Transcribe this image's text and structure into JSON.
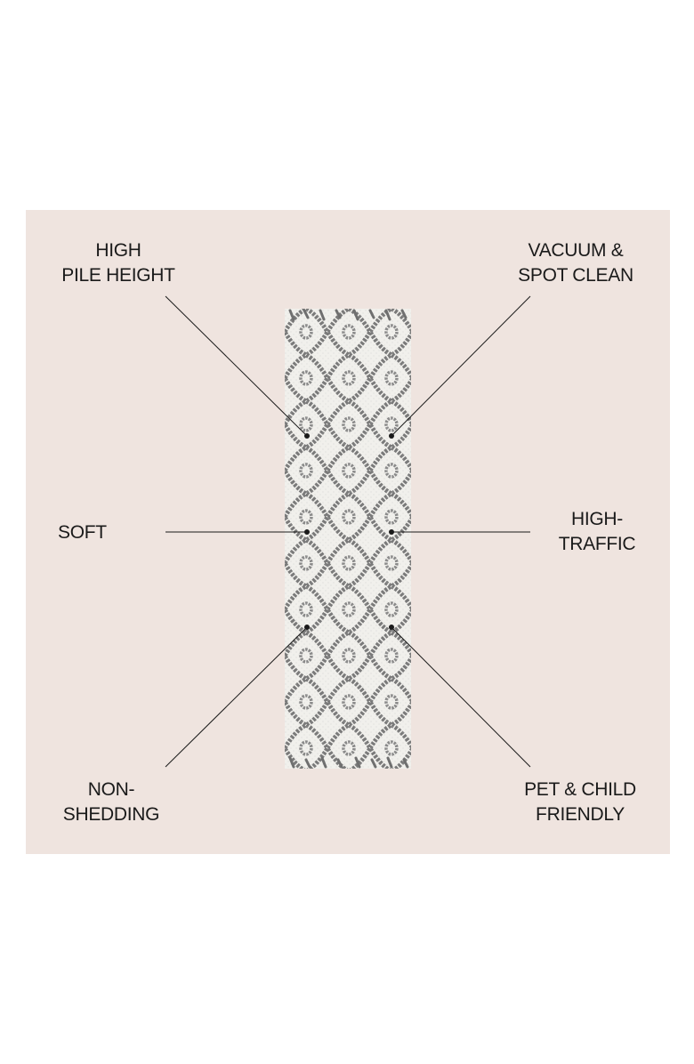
{
  "features": {
    "top_left": {
      "line1": "HIGH",
      "line2": "PILE HEIGHT"
    },
    "top_right": {
      "line1": "VACUUM &",
      "line2": "SPOT CLEAN"
    },
    "mid_left": {
      "line1": "SOFT"
    },
    "mid_right": {
      "line1": "HIGH-",
      "line2": "TRAFFIC"
    },
    "bottom_left": {
      "line1": "NON-",
      "line2": "SHEDDING"
    },
    "bottom_right": {
      "line1": "PET & CHILD",
      "line2": "FRIENDLY"
    }
  },
  "colors": {
    "panel": "#efe4df",
    "rug_base": "#f3f2ef",
    "rug_pattern": "#6b6b6b",
    "callout_line": "#1a1a1a"
  }
}
